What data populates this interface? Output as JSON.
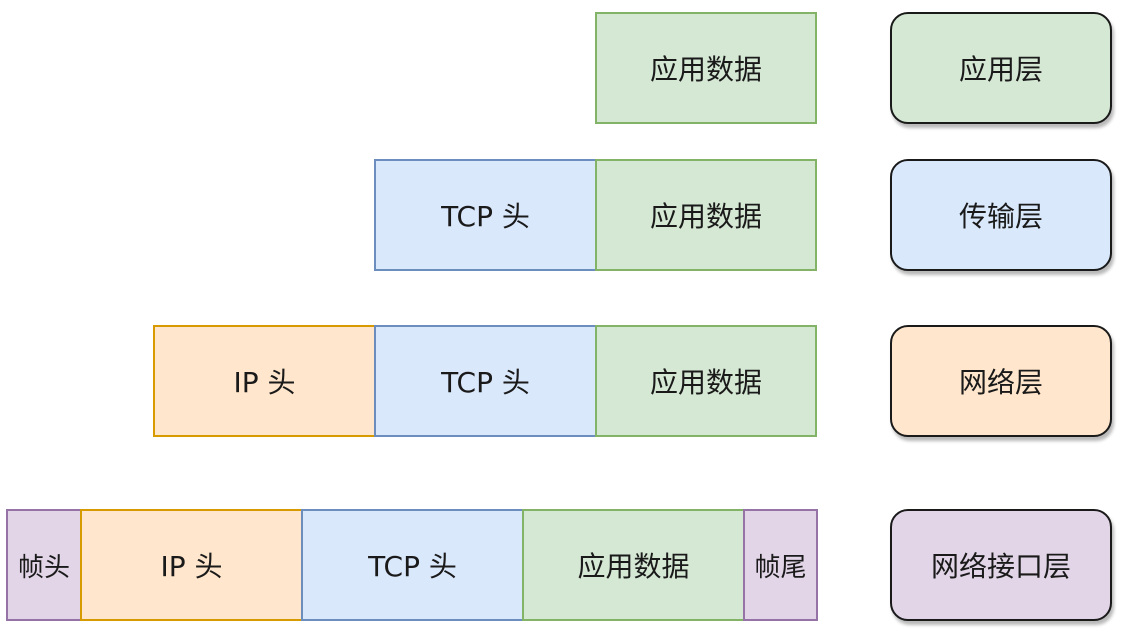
{
  "rows": {
    "application": {
      "data": "应用数据"
    },
    "transport": {
      "tcp": "TCP 头",
      "data": "应用数据"
    },
    "network": {
      "ip": "IP 头",
      "tcp": "TCP 头",
      "data": "应用数据"
    },
    "link": {
      "frame_head": "帧头",
      "ip": "IP 头",
      "tcp": "TCP 头",
      "data": "应用数据",
      "frame_tail": "帧尾"
    }
  },
  "layers": {
    "application": "应用层",
    "transport": "传输层",
    "network": "网络层",
    "link": "网络接口层"
  },
  "colors": {
    "data_fill": "#d5e8d4",
    "data_stroke": "#82b366",
    "tcp_fill": "#dae8fc",
    "tcp_stroke": "#6c8ebf",
    "ip_fill": "#ffe6cc",
    "ip_stroke": "#d79b00",
    "frame_fill": "#e1d5e7",
    "frame_stroke": "#9673a6"
  }
}
